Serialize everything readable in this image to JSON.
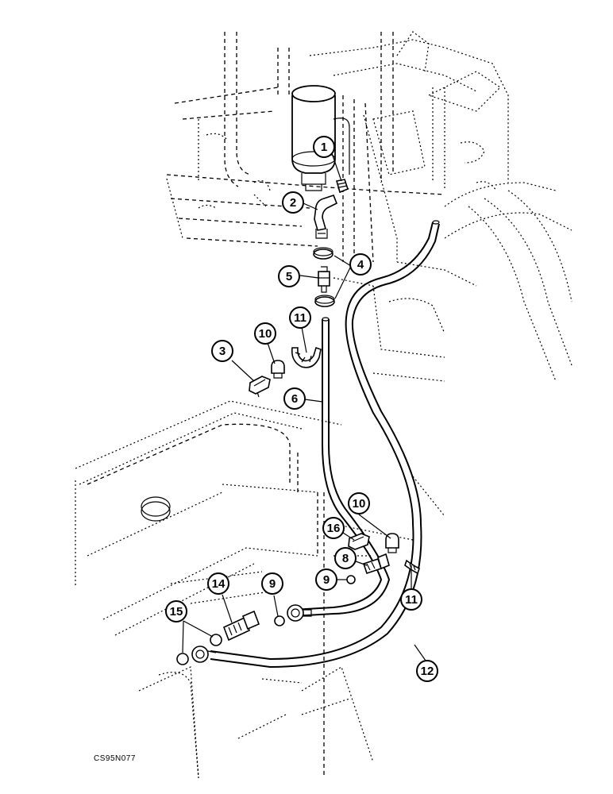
{
  "drawing_code": "CS95N077",
  "callouts": [
    "1",
    "2",
    "3",
    "4",
    "5",
    "6",
    "8",
    "9",
    "9",
    "10",
    "10",
    "11",
    "11",
    "12",
    "14",
    "15",
    "16"
  ]
}
